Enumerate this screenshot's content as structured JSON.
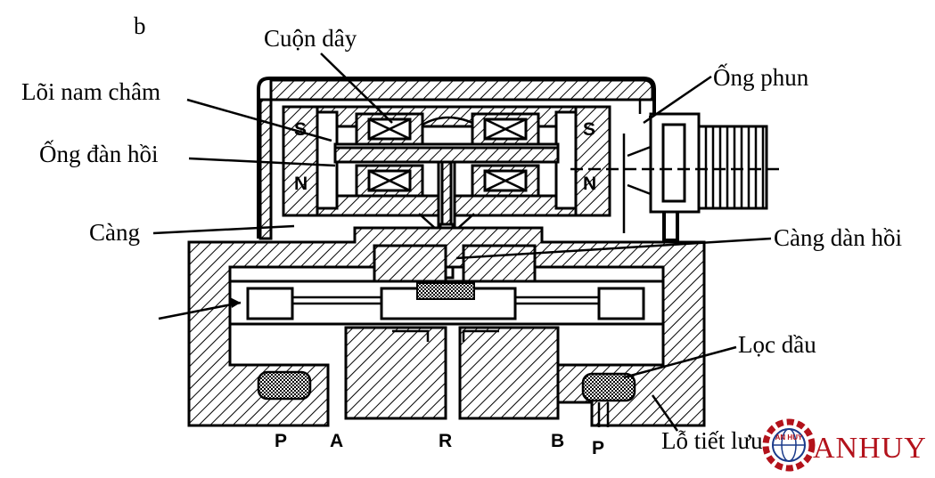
{
  "figure": {
    "panel_letter": "b",
    "labels": {
      "coil": "Cuộn dây",
      "magnet_core": "Lõi nam châm",
      "nozzle": "Ống phun",
      "elastic_tube": "Ống đàn hồi",
      "arm": "Càng",
      "elastic_arm": "Càng dàn hồi",
      "oil_filter": "Lọc dầu",
      "orifice": "Lỗ tiết lưu"
    },
    "poles": [
      "S",
      "N",
      "S",
      "N"
    ],
    "ports": {
      "p_left": "P",
      "a": "A",
      "r": "R",
      "b": "B",
      "p_right": "P"
    }
  },
  "logo": {
    "brand": "ANHUY",
    "seal_text": "AN HUY",
    "color": "#b3121b"
  }
}
